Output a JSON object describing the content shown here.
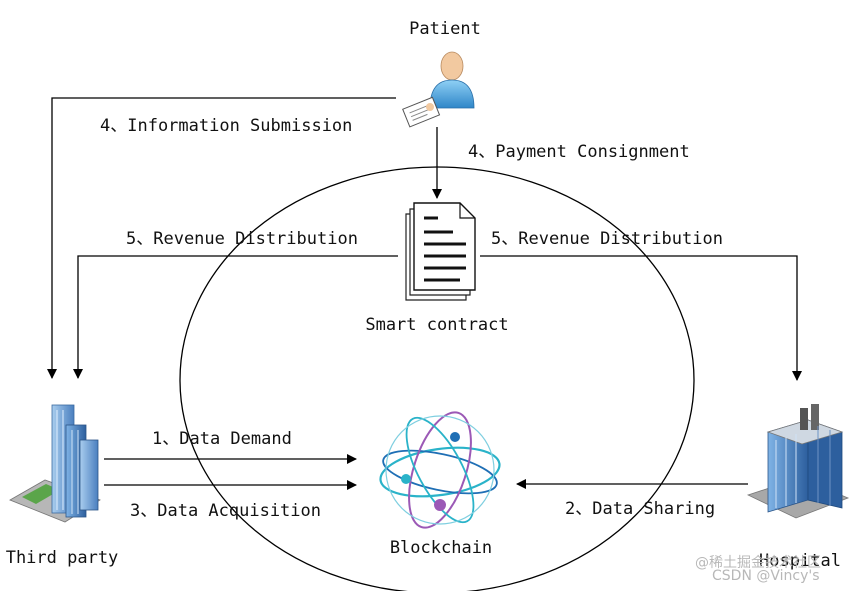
{
  "nodes": {
    "patient": "Patient",
    "smart_contract": "Smart contract",
    "third_party": "Third party",
    "hospital": "Hospital",
    "blockchain": "Blockchain"
  },
  "edges": {
    "info_submission": "4、Information Submission",
    "payment_consignment": "4、Payment Consignment",
    "revenue_left": "5、Revenue Distribution",
    "revenue_right": "5、Revenue Distribution",
    "data_demand": "1、Data Demand",
    "data_acquisition": "3、Data Acquisition",
    "data_sharing": "2、Data Sharing"
  },
  "watermark": {
    "line1": "@稀土掘金技术社区",
    "line2": "CSDN @Vincy's"
  },
  "icons": {
    "patient": "person-icon",
    "smart_contract": "document-stack-icon",
    "third_party": "office-tower-icon",
    "hospital": "hospital-building-icon",
    "blockchain": "globe-network-icon"
  },
  "colors": {
    "arrow": "#000000",
    "ellipse": "#000000",
    "globe_teal": "#2ab3c9",
    "globe_purple": "#9b59b6",
    "node_blue": "#1f6fb5"
  }
}
